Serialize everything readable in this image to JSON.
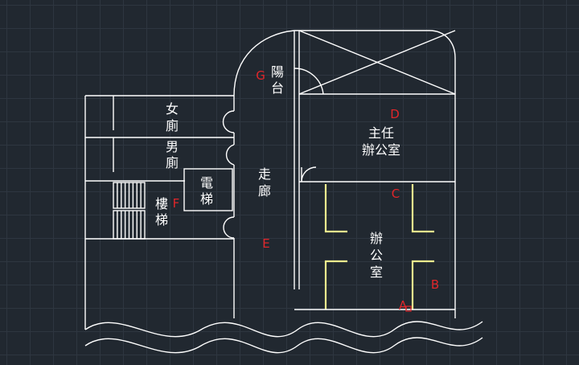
{
  "title": "",
  "colors": {
    "background": "#212830",
    "grid": "#2e3640",
    "walls": "#ffffff",
    "partitions": "#f3f08e",
    "point_labels": "#e0262a"
  },
  "rooms": {
    "womens_restroom": [
      "女",
      "廁"
    ],
    "mens_restroom": [
      "男",
      "廁"
    ],
    "elevator": [
      "電",
      "梯"
    ],
    "stairs": [
      "樓",
      "梯"
    ],
    "corridor": [
      "走",
      "廊"
    ],
    "balcony": [
      "陽",
      "台"
    ],
    "director_office": [
      "主任",
      "辦公室"
    ],
    "office": [
      "辦",
      "公",
      "室"
    ]
  },
  "points": {
    "A": "A",
    "B": "B",
    "C": "C",
    "D": "D",
    "E": "E",
    "F": "F",
    "G": "G"
  }
}
